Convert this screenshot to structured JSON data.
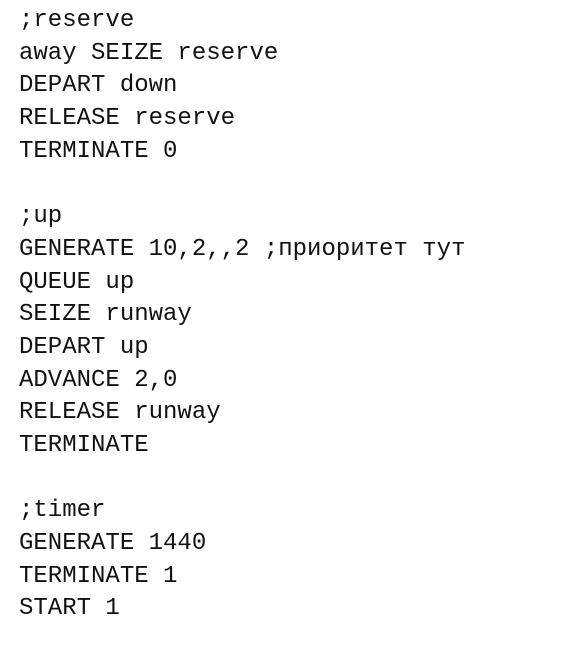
{
  "document": {
    "lines": [
      ";reserve",
      "away SEIZE reserve",
      "DEPART down",
      "RELEASE reserve",
      "TERMINATE 0",
      "",
      ";up",
      "GENERATE 10,2,,2 ;приоритет тут",
      "QUEUE up",
      "SEIZE runway",
      "DEPART up",
      "ADVANCE 2,0",
      "RELEASE runway",
      "TERMINATE",
      "",
      ";timer",
      "GENERATE 1440",
      "TERMINATE 1",
      "START 1"
    ]
  }
}
